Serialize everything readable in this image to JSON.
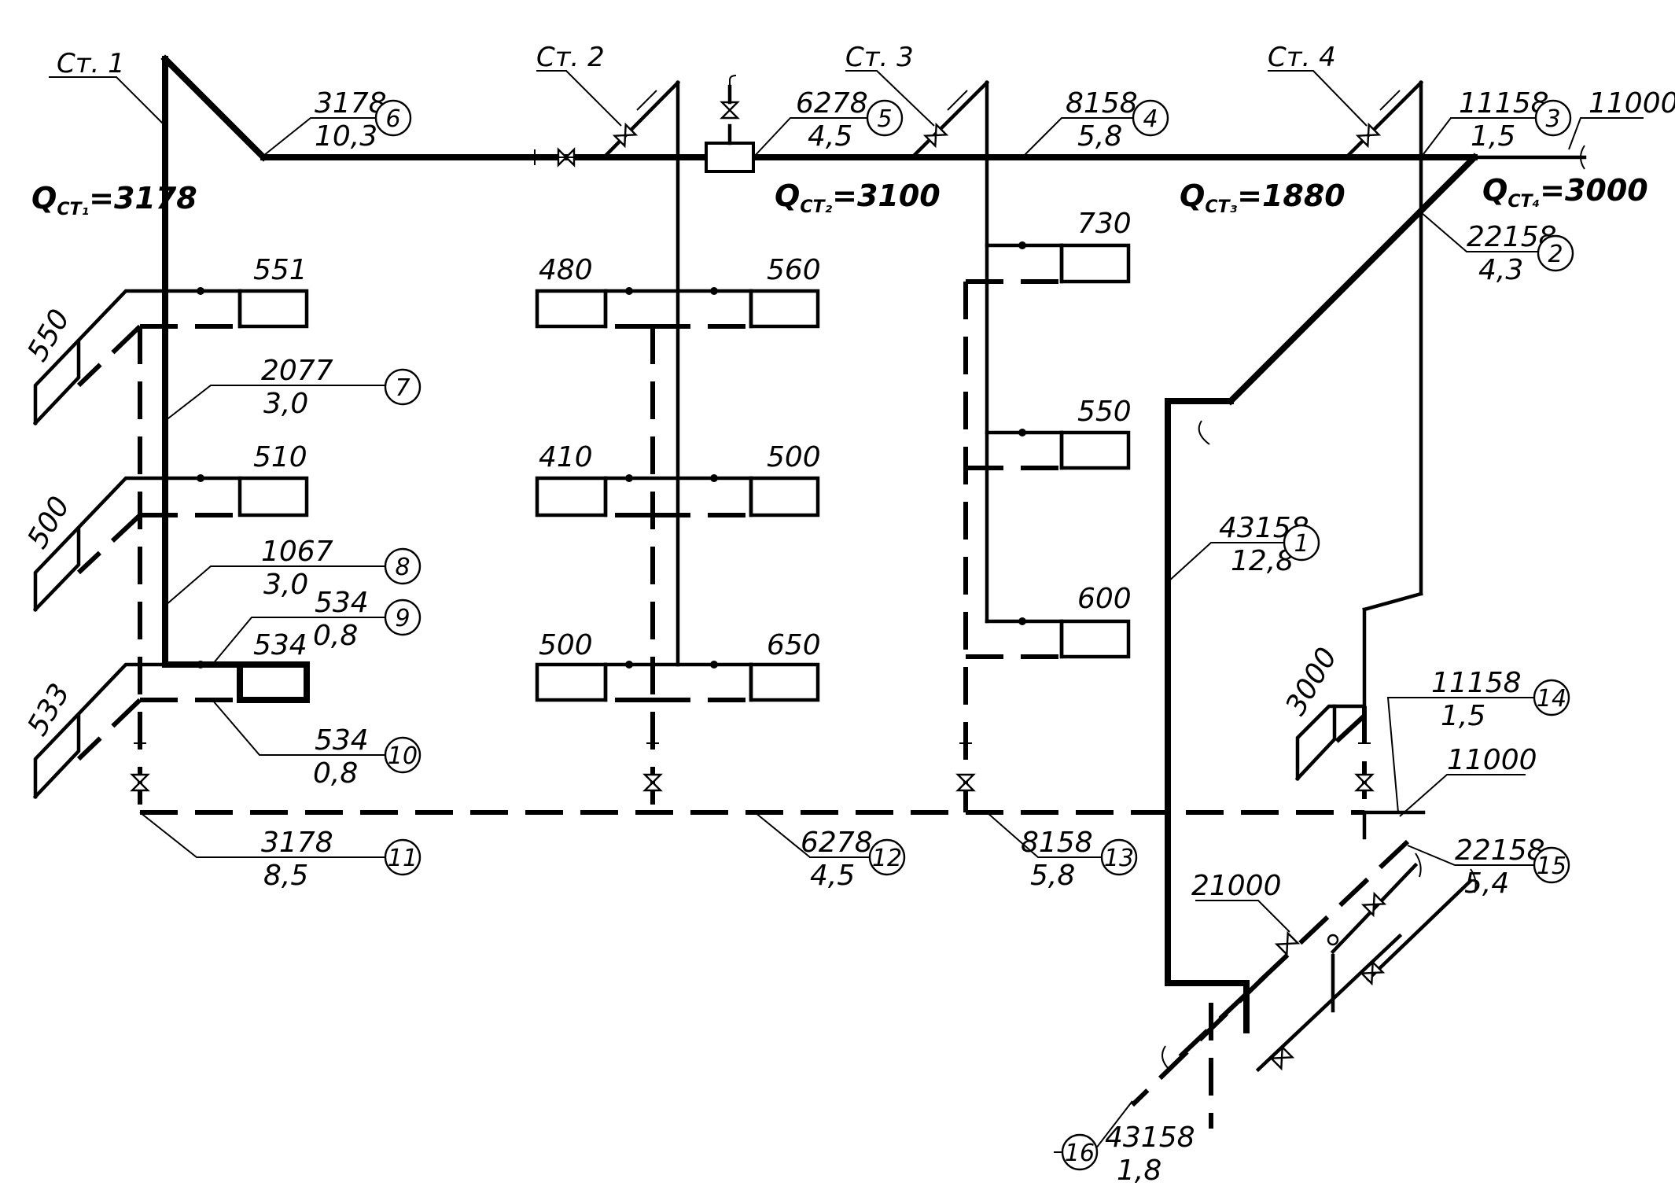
{
  "risers": [
    {
      "id": "st1",
      "label": "Ст. 1"
    },
    {
      "id": "st2",
      "label": "Ст. 2"
    },
    {
      "id": "st3",
      "label": "Ст. 3"
    },
    {
      "id": "st4",
      "label": "Ст. 4"
    }
  ],
  "heat_loads": [
    {
      "id": "q1",
      "letter": "Q",
      "sub": "СТ₁",
      "value": "=3178"
    },
    {
      "id": "q2",
      "letter": "Q",
      "sub": "СТ₂",
      "value": "=3100"
    },
    {
      "id": "q3",
      "letter": "Q",
      "sub": "СТ₃",
      "value": "=1880"
    },
    {
      "id": "q4",
      "letter": "Q",
      "sub": "СТ₄",
      "value": "=3000"
    }
  ],
  "sections": [
    {
      "num": "1",
      "load": "43158",
      "diameter": "12,8"
    },
    {
      "num": "2",
      "load": "22158",
      "diameter": "4,3"
    },
    {
      "num": "3",
      "load": "11158",
      "diameter": "1,5"
    },
    {
      "num": "4",
      "load": "8158",
      "diameter": "5,8"
    },
    {
      "num": "5",
      "load": "6278",
      "diameter": "4,5"
    },
    {
      "num": "6",
      "load": "3178",
      "diameter": "10,3"
    },
    {
      "num": "7",
      "load": "2077",
      "diameter": "3,0"
    },
    {
      "num": "8",
      "load": "1067",
      "diameter": "3,0"
    },
    {
      "num": "9",
      "load": "534",
      "diameter": "0,8"
    },
    {
      "num": "10",
      "load": "534",
      "diameter": "0,8"
    },
    {
      "num": "11",
      "load": "3178",
      "diameter": "8,5"
    },
    {
      "num": "12",
      "load": "6278",
      "diameter": "4,5"
    },
    {
      "num": "13",
      "load": "8158",
      "diameter": "5,8"
    },
    {
      "num": "14",
      "load": "11158",
      "diameter": "1,5"
    },
    {
      "num": "15",
      "load": "22158",
      "diameter": "5,4"
    },
    {
      "num": "16",
      "load": "43158",
      "diameter": "1,8"
    }
  ],
  "radiators": {
    "st1_right": [
      "551",
      "510",
      "534"
    ],
    "st1_left": [
      "550",
      "500",
      "533"
    ],
    "st2_left": [
      "480",
      "410",
      "500"
    ],
    "st2_right": [
      "560",
      "500",
      "650"
    ],
    "st3": [
      "730",
      "550",
      "600"
    ],
    "st4": [
      "3000"
    ]
  },
  "branch_loads": {
    "top_right": "11000",
    "return_right": "11000",
    "bottom": "21000"
  }
}
